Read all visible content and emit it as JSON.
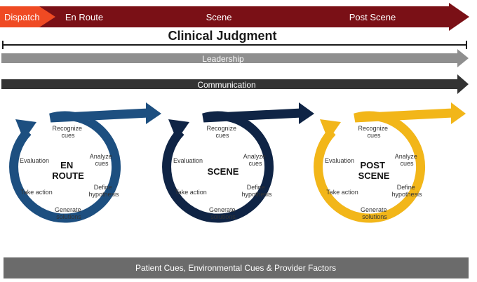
{
  "phases": {
    "dispatch": "Dispatch",
    "en_route": "En Route",
    "scene": "Scene",
    "post_scene": "Post Scene"
  },
  "clinical_judgment": "Clinical Judgment",
  "leadership": "Leadership",
  "communication": "Communication",
  "colors": {
    "dispatch": "#ef4a23",
    "phase_bar": "#7a1016",
    "leadership": "#8f8f8f",
    "communication": "#333333",
    "cycle_en_route": "#1d4f80",
    "cycle_scene": "#0f2445",
    "cycle_post_scene": "#f2b619",
    "footer": "#6b6b6b"
  },
  "cycles": [
    {
      "id": "en_route",
      "center_line1": "EN",
      "center_line2": "ROUTE",
      "steps": {
        "recognize_1": "Recognize",
        "recognize_2": "cues",
        "analyze_1": "Analyze",
        "analyze_2": "cues",
        "define_1": "Define",
        "define_2": "hypothesis",
        "generate_1": "Generate",
        "generate_2": "solutions",
        "take_action": "Take action",
        "evaluation": "Evaluation"
      }
    },
    {
      "id": "scene",
      "center_line1": "SCENE",
      "center_line2": "",
      "steps": {
        "recognize_1": "Recognize",
        "recognize_2": "cues",
        "analyze_1": "Analyze",
        "analyze_2": "cues",
        "define_1": "Define",
        "define_2": "hypothesis",
        "generate_1": "Generate",
        "generate_2": "solutions",
        "take_action": "Take action",
        "evaluation": "Evaluation"
      }
    },
    {
      "id": "post_scene",
      "center_line1": "POST",
      "center_line2": "SCENE",
      "steps": {
        "recognize_1": "Recognize",
        "recognize_2": "cues",
        "analyze_1": "Analyze",
        "analyze_2": "cues",
        "define_1": "Define",
        "define_2": "hypothesis",
        "generate_1": "Generate",
        "generate_2": "solutions",
        "take_action": "Take action",
        "evaluation": "Evaluation"
      }
    }
  ],
  "footer": "Patient Cues, Environmental Cues & Provider Factors"
}
